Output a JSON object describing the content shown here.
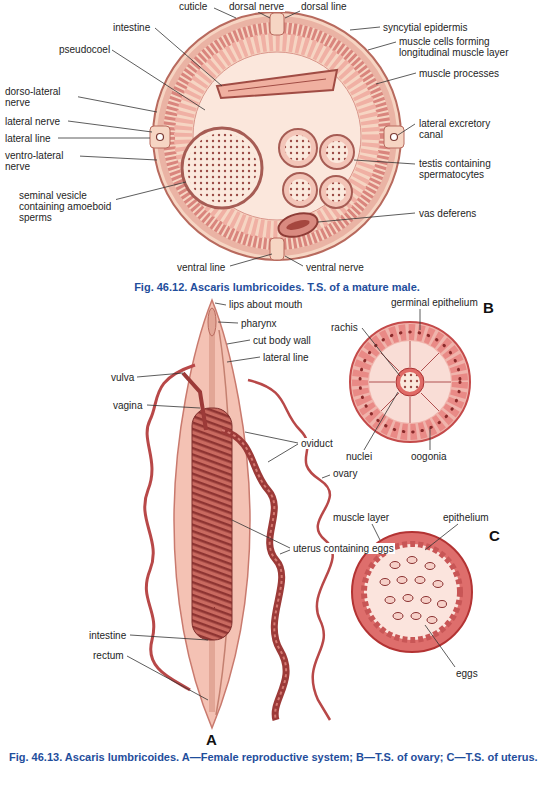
{
  "diagram": {
    "caption": "Fig. 46.13. Ascaris lumbricoides. A—Female reproductive system; B—T.S. of ovary; C—T.S. of uterus.",
    "labels": [
      "cuticle",
      "dorsal nerve",
      "dorsal line",
      "intestine",
      "syncytial epidermis",
      "muscle cells forming longitudinal muscle layer",
      "pseudocoel",
      "muscle processes",
      "dorso-lateral nerve",
      "lateral excretory canal",
      "lateral nerve",
      "lateral line",
      "ventro-lateral nerve",
      "testis containing spermatocytes",
      "seminal vesicle containing amoeboid sperms",
      "vas deferens",
      "ventral line",
      "ventral nerve",
      "Fig. 46.12. Ascaris lumbricoides. T.S. of a mature male.",
      "lips about mouth",
      "pharynx",
      "cut body wall",
      "vulva",
      "lateral line",
      "vagina",
      "oviduct",
      "ovary",
      "uterus containing eggs",
      "intestine",
      "rectum",
      "A",
      "germinal epithelium",
      "rachis",
      "B",
      "nuclei",
      "oogonia",
      "muscle layer",
      "epithelium",
      "C",
      "eggs"
    ]
  }
}
